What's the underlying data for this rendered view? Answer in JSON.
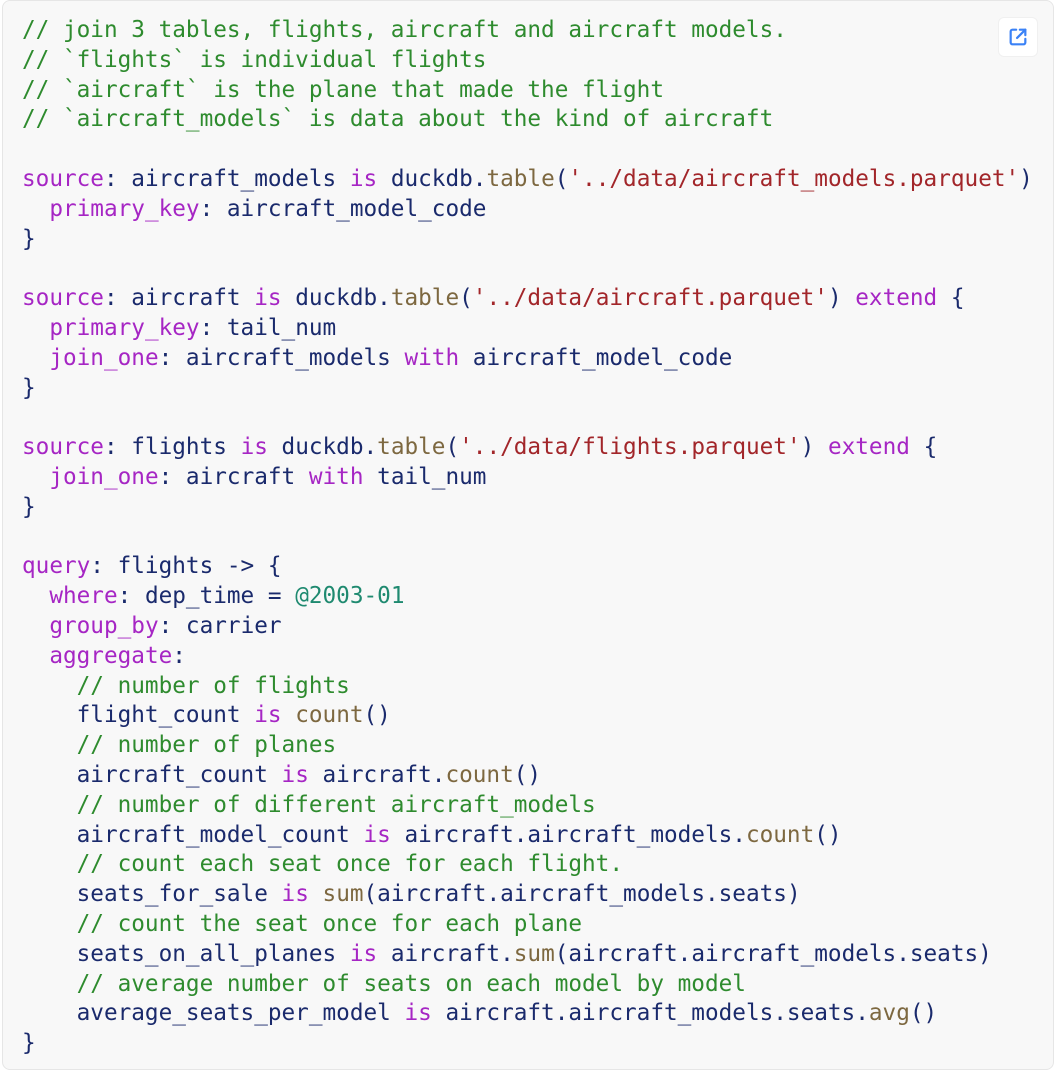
{
  "code_block": {
    "open_button_icon": "external-link-icon",
    "colors": {
      "comment": "#2e8b2e",
      "keyword": "#a626c4",
      "function": "#7d6840",
      "string": "#a2262a",
      "time_literal": "#1f8a70",
      "identifier": "#1a2a6c",
      "background": "#f8f8f8",
      "icon": "#3b82f6"
    },
    "lines": [
      [
        {
          "t": "c",
          "v": "// join 3 tables, flights, aircraft and aircraft models."
        }
      ],
      [
        {
          "t": "c",
          "v": "// `flights` is individual flights"
        }
      ],
      [
        {
          "t": "c",
          "v": "// `aircraft` is the plane that made the flight"
        }
      ],
      [
        {
          "t": "c",
          "v": "// `aircraft_models` is data about the kind of aircraft"
        }
      ],
      [],
      [
        {
          "t": "k",
          "v": "source"
        },
        {
          "t": "p",
          "v": ": aircraft_models "
        },
        {
          "t": "k",
          "v": "is"
        },
        {
          "t": "p",
          "v": " duckdb."
        },
        {
          "t": "f",
          "v": "table"
        },
        {
          "t": "p",
          "v": "("
        },
        {
          "t": "s",
          "v": "'../data/aircraft_models.parquet'"
        },
        {
          "t": "p",
          "v": ")"
        }
      ],
      [
        {
          "t": "p",
          "v": "  "
        },
        {
          "t": "k",
          "v": "primary_key"
        },
        {
          "t": "p",
          "v": ": aircraft_model_code"
        }
      ],
      [
        {
          "t": "p",
          "v": "}"
        }
      ],
      [],
      [
        {
          "t": "k",
          "v": "source"
        },
        {
          "t": "p",
          "v": ": aircraft "
        },
        {
          "t": "k",
          "v": "is"
        },
        {
          "t": "p",
          "v": " duckdb."
        },
        {
          "t": "f",
          "v": "table"
        },
        {
          "t": "p",
          "v": "("
        },
        {
          "t": "s",
          "v": "'../data/aircraft.parquet'"
        },
        {
          "t": "p",
          "v": ") "
        },
        {
          "t": "k",
          "v": "extend"
        },
        {
          "t": "p",
          "v": " {"
        }
      ],
      [
        {
          "t": "p",
          "v": "  "
        },
        {
          "t": "k",
          "v": "primary_key"
        },
        {
          "t": "p",
          "v": ": tail_num"
        }
      ],
      [
        {
          "t": "p",
          "v": "  "
        },
        {
          "t": "k",
          "v": "join_one"
        },
        {
          "t": "p",
          "v": ": aircraft_models "
        },
        {
          "t": "k",
          "v": "with"
        },
        {
          "t": "p",
          "v": " aircraft_model_code"
        }
      ],
      [
        {
          "t": "p",
          "v": "}"
        }
      ],
      [],
      [
        {
          "t": "k",
          "v": "source"
        },
        {
          "t": "p",
          "v": ": flights "
        },
        {
          "t": "k",
          "v": "is"
        },
        {
          "t": "p",
          "v": " duckdb."
        },
        {
          "t": "f",
          "v": "table"
        },
        {
          "t": "p",
          "v": "("
        },
        {
          "t": "s",
          "v": "'../data/flights.parquet'"
        },
        {
          "t": "p",
          "v": ") "
        },
        {
          "t": "k",
          "v": "extend"
        },
        {
          "t": "p",
          "v": " {"
        }
      ],
      [
        {
          "t": "p",
          "v": "  "
        },
        {
          "t": "k",
          "v": "join_one"
        },
        {
          "t": "p",
          "v": ": aircraft "
        },
        {
          "t": "k",
          "v": "with"
        },
        {
          "t": "p",
          "v": " tail_num"
        }
      ],
      [
        {
          "t": "p",
          "v": "}"
        }
      ],
      [],
      [
        {
          "t": "k",
          "v": "query"
        },
        {
          "t": "p",
          "v": ": flights -> {"
        }
      ],
      [
        {
          "t": "p",
          "v": "  "
        },
        {
          "t": "k",
          "v": "where"
        },
        {
          "t": "p",
          "v": ": dep_time = "
        },
        {
          "t": "t",
          "v": "@2003-01"
        }
      ],
      [
        {
          "t": "p",
          "v": "  "
        },
        {
          "t": "k",
          "v": "group_by"
        },
        {
          "t": "p",
          "v": ": carrier"
        }
      ],
      [
        {
          "t": "p",
          "v": "  "
        },
        {
          "t": "k",
          "v": "aggregate"
        },
        {
          "t": "p",
          "v": ":"
        }
      ],
      [
        {
          "t": "p",
          "v": "    "
        },
        {
          "t": "c",
          "v": "// number of flights"
        }
      ],
      [
        {
          "t": "p",
          "v": "    flight_count "
        },
        {
          "t": "k",
          "v": "is"
        },
        {
          "t": "p",
          "v": " "
        },
        {
          "t": "f",
          "v": "count"
        },
        {
          "t": "p",
          "v": "()"
        }
      ],
      [
        {
          "t": "p",
          "v": "    "
        },
        {
          "t": "c",
          "v": "// number of planes"
        }
      ],
      [
        {
          "t": "p",
          "v": "    aircraft_count "
        },
        {
          "t": "k",
          "v": "is"
        },
        {
          "t": "p",
          "v": " aircraft."
        },
        {
          "t": "f",
          "v": "count"
        },
        {
          "t": "p",
          "v": "()"
        }
      ],
      [
        {
          "t": "p",
          "v": "    "
        },
        {
          "t": "c",
          "v": "// number of different aircraft_models"
        }
      ],
      [
        {
          "t": "p",
          "v": "    aircraft_model_count "
        },
        {
          "t": "k",
          "v": "is"
        },
        {
          "t": "p",
          "v": " aircraft.aircraft_models."
        },
        {
          "t": "f",
          "v": "count"
        },
        {
          "t": "p",
          "v": "()"
        }
      ],
      [
        {
          "t": "p",
          "v": "    "
        },
        {
          "t": "c",
          "v": "// count each seat once for each flight."
        }
      ],
      [
        {
          "t": "p",
          "v": "    seats_for_sale "
        },
        {
          "t": "k",
          "v": "is"
        },
        {
          "t": "p",
          "v": " "
        },
        {
          "t": "f",
          "v": "sum"
        },
        {
          "t": "p",
          "v": "(aircraft.aircraft_models.seats)"
        }
      ],
      [
        {
          "t": "p",
          "v": "    "
        },
        {
          "t": "c",
          "v": "// count the seat once for each plane"
        }
      ],
      [
        {
          "t": "p",
          "v": "    seats_on_all_planes "
        },
        {
          "t": "k",
          "v": "is"
        },
        {
          "t": "p",
          "v": " aircraft."
        },
        {
          "t": "f",
          "v": "sum"
        },
        {
          "t": "p",
          "v": "(aircraft.aircraft_models.seats)"
        }
      ],
      [
        {
          "t": "p",
          "v": "    "
        },
        {
          "t": "c",
          "v": "// average number of seats on each model by model"
        }
      ],
      [
        {
          "t": "p",
          "v": "    average_seats_per_model "
        },
        {
          "t": "k",
          "v": "is"
        },
        {
          "t": "p",
          "v": " aircraft.aircraft_models.seats."
        },
        {
          "t": "f",
          "v": "avg"
        },
        {
          "t": "p",
          "v": "()"
        }
      ],
      [
        {
          "t": "p",
          "v": "}"
        }
      ]
    ]
  }
}
